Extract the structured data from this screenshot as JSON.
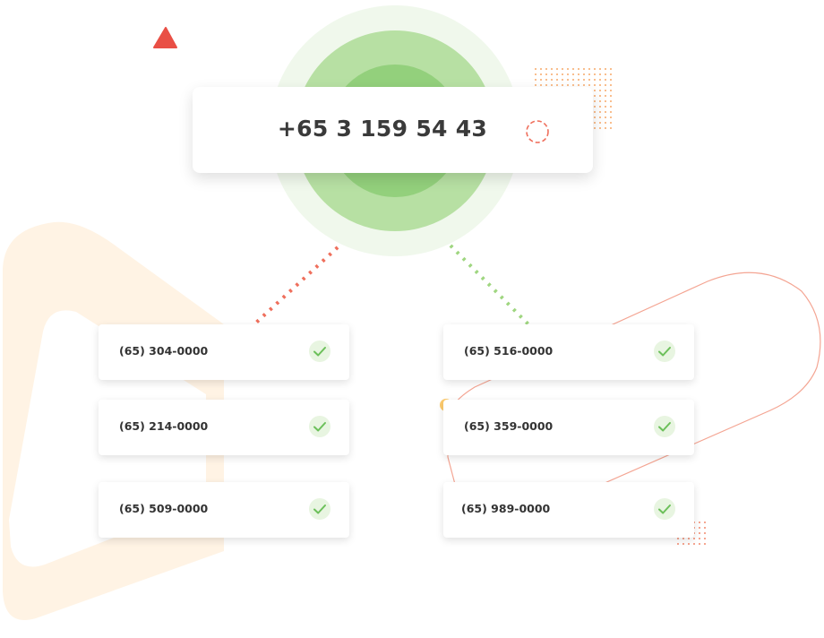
{
  "main_number": "+65 3 159 54 43",
  "numbers": [
    {
      "label": "(65) 304-0000",
      "status": "verified"
    },
    {
      "label": "(65) 516-0000",
      "status": "verified"
    },
    {
      "label": "(65) 214-0000",
      "status": "verified"
    },
    {
      "label": "(65) 359-0000",
      "status": "verified"
    },
    {
      "label": "(65) 509-0000",
      "status": "verified"
    },
    {
      "label": "(65) 989-0000",
      "status": "verified"
    }
  ],
  "icons": {
    "target": "crosshair-target-icon",
    "check": "check-icon",
    "triangle": "triangle-icon"
  },
  "colors": {
    "green_outer": "#f0f8ec",
    "green_mid": "#b7e0a3",
    "green_inner": "#93d07c",
    "accent_red": "#e94f45",
    "accent_orange": "#f7a96b",
    "accent_yellow": "#fdcb6e",
    "peach": "#fff3e4",
    "check_green": "#6cc05a"
  }
}
